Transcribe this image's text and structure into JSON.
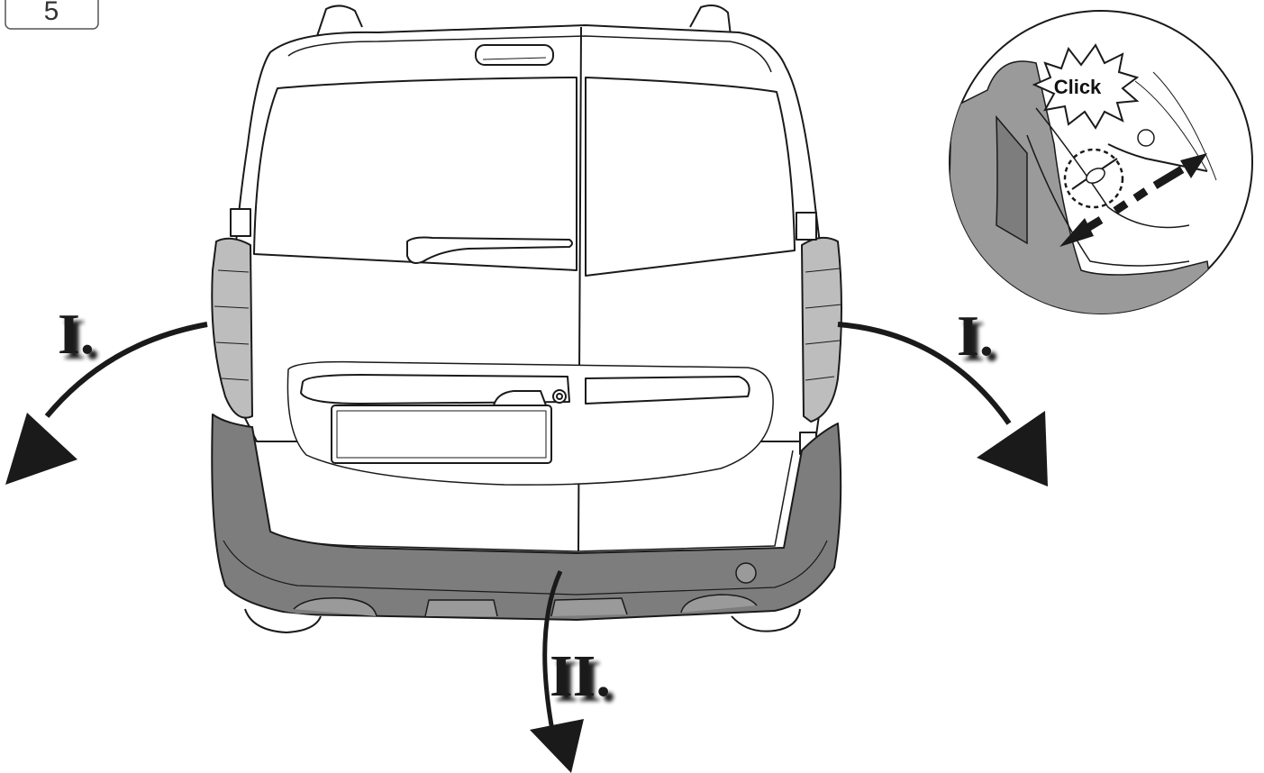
{
  "step": {
    "number": "5"
  },
  "labels": {
    "left_arrow": "I.",
    "right_arrow": "I.",
    "bottom_arrow": "II."
  },
  "detail": {
    "click_text": "Click"
  },
  "colors": {
    "outline": "#1a1a1a",
    "body": "#ffffff",
    "bumper": "#7d7d7d",
    "lamp": "#bdbdbd",
    "shade": "#9a9a9a"
  }
}
